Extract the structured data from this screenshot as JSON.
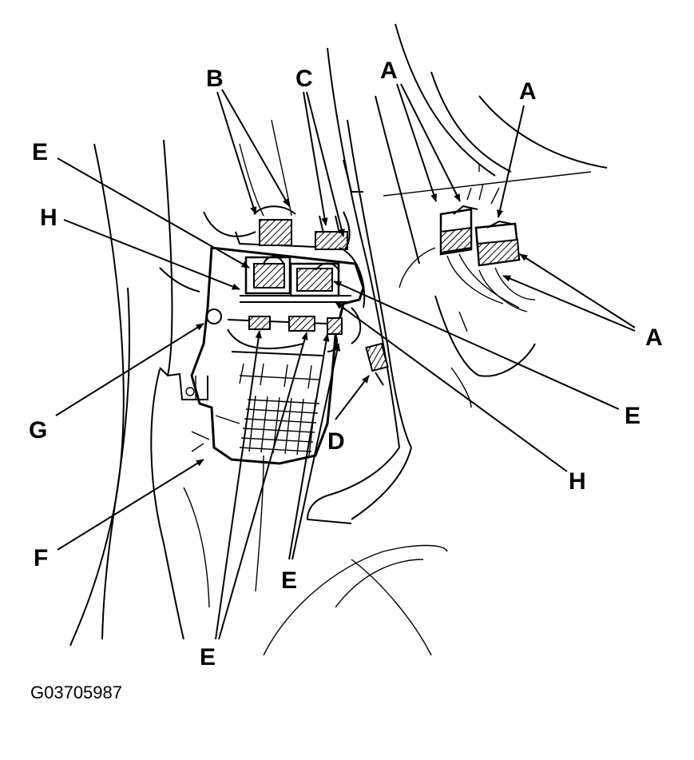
{
  "callouts": {
    "a1": "A",
    "a2": "A",
    "a3": "A",
    "b": "B",
    "c": "C",
    "d": "D",
    "e1": "E",
    "e2": "E",
    "e3": "E",
    "e4": "E",
    "f": "F",
    "g": "G",
    "h1": "H",
    "h2": "H"
  },
  "figure_id": "G03705987"
}
